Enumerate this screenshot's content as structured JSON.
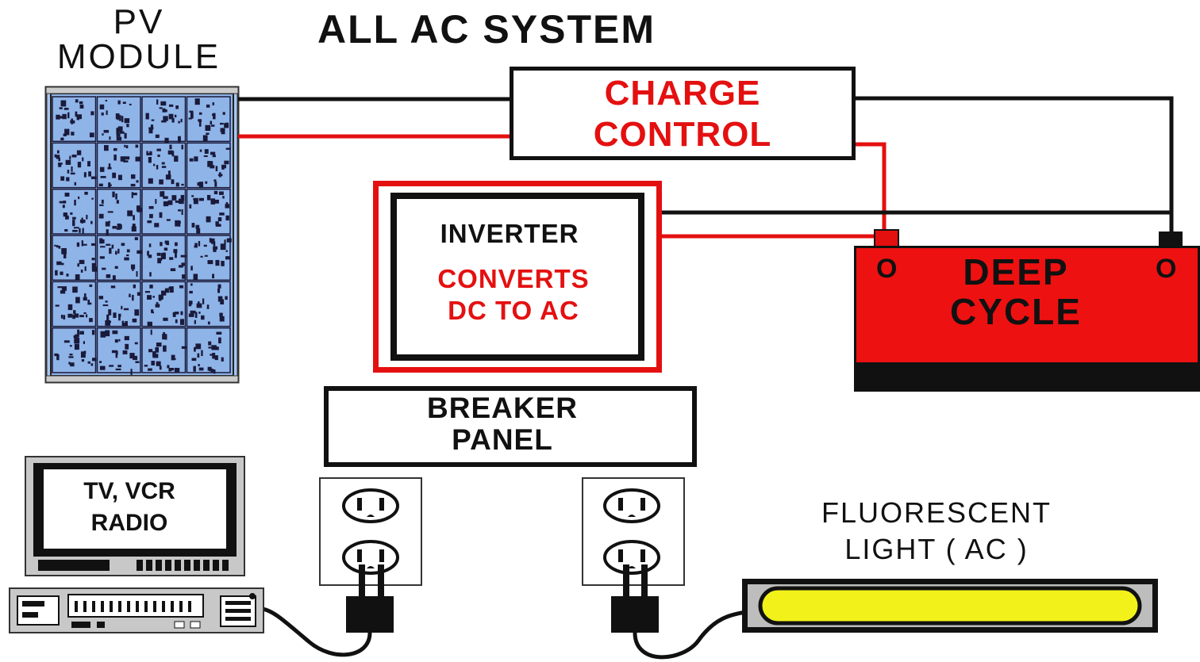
{
  "title": "ALL AC SYSTEM",
  "pv_module": {
    "line1": "PV",
    "line2": "MODULE"
  },
  "charge_control": {
    "line1": "CHARGE",
    "line2": "CONTROL"
  },
  "inverter": {
    "title": "INVERTER",
    "line1": "CONVERTS",
    "line2": "DC TO AC"
  },
  "battery": {
    "line1": "DEEP",
    "line2": "CYCLE",
    "terminal_left": "O",
    "terminal_right": "O"
  },
  "breaker_panel": {
    "line1": "BREAKER",
    "line2": "PANEL"
  },
  "tv_box": {
    "line1": "TV, VCR",
    "line2": "RADIO"
  },
  "fluorescent": {
    "line1": "FLUORESCENT",
    "line2": "LIGHT ( AC )"
  },
  "colors": {
    "red": "#e41010",
    "black": "#111111",
    "panel_blue": "#8fb4e8",
    "tube_yellow": "#f2f21a"
  }
}
